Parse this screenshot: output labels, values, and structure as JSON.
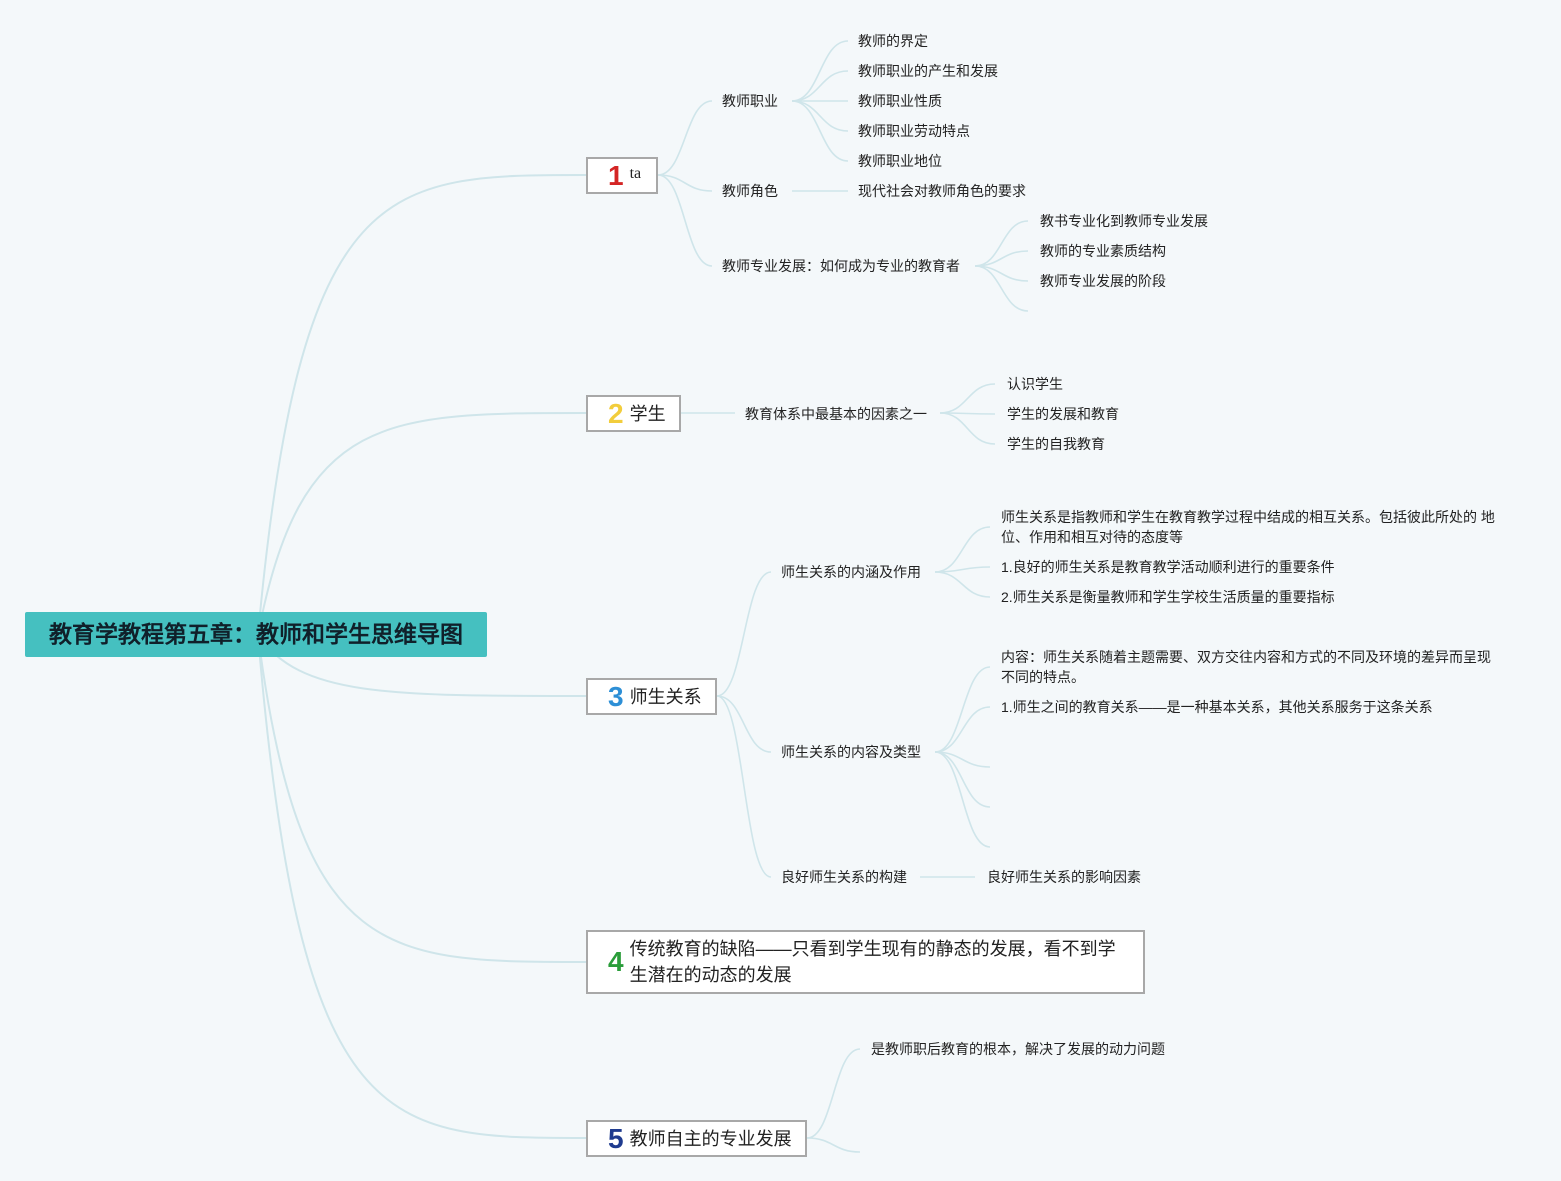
{
  "root": {
    "title": "教育学教程第五章：教师和学生思维导图",
    "color": "#45c0c0"
  },
  "branches": [
    {
      "number": "1",
      "label": "ta",
      "color": "#d42525",
      "children": [
        {
          "label": "教师职业",
          "children": [
            "教师的界定",
            "教师职业的产生和发展",
            "教师职业性质",
            "教师职业劳动特点",
            "教师职业地位"
          ]
        },
        {
          "label": "教师角色",
          "children": [
            "现代社会对教师角色的要求"
          ]
        },
        {
          "label": "教师专业发展：如何成为专业的教育者",
          "children": [
            "教书专业化到教师专业发展",
            "教师的专业素质结构",
            "教师专业发展的阶段"
          ]
        }
      ]
    },
    {
      "number": "2",
      "label": "学生",
      "color": "#f2cd3c",
      "children": [
        {
          "label": "教育体系中最基本的因素之一",
          "children": [
            "认识学生",
            "学生的发展和教育",
            "学生的自我教育"
          ]
        }
      ]
    },
    {
      "number": "3",
      "label": "师生关系",
      "color": "#2d8fd6",
      "children": [
        {
          "label": "师生关系的内涵及作用",
          "children": [
            "师生关系是指教师和学生在教育教学过程中结成的相互关系。包括彼此所处的 地位、作用和相互对待的态度等",
            "1.良好的师生关系是教育教学活动顺利进行的重要条件",
            "2.师生关系是衡量教师和学生学校生活质量的重要指标"
          ]
        },
        {
          "label": "师生关系的内容及类型",
          "children": [
            "内容：师生关系随着主题需要、双方交往内容和方式的不同及环境的差异而呈现不同的特点。",
            "1.师生之间的教育关系——是一种基本关系，其他关系服务于这条关系"
          ]
        },
        {
          "label": "良好师生关系的构建",
          "children": [
            "良好师生关系的影响因素"
          ]
        }
      ]
    },
    {
      "number": "4",
      "label": "传统教育的缺陷——只看到学生现有的静态的发展，看不到学生潜在的动态的发展",
      "color": "#2a9d3a",
      "children": []
    },
    {
      "number": "5",
      "label": "教师自主的专业发展",
      "color": "#1f3b8f",
      "children": [
        {
          "label": "是教师职后教育的根本，解决了发展的动力问题"
        }
      ]
    }
  ]
}
